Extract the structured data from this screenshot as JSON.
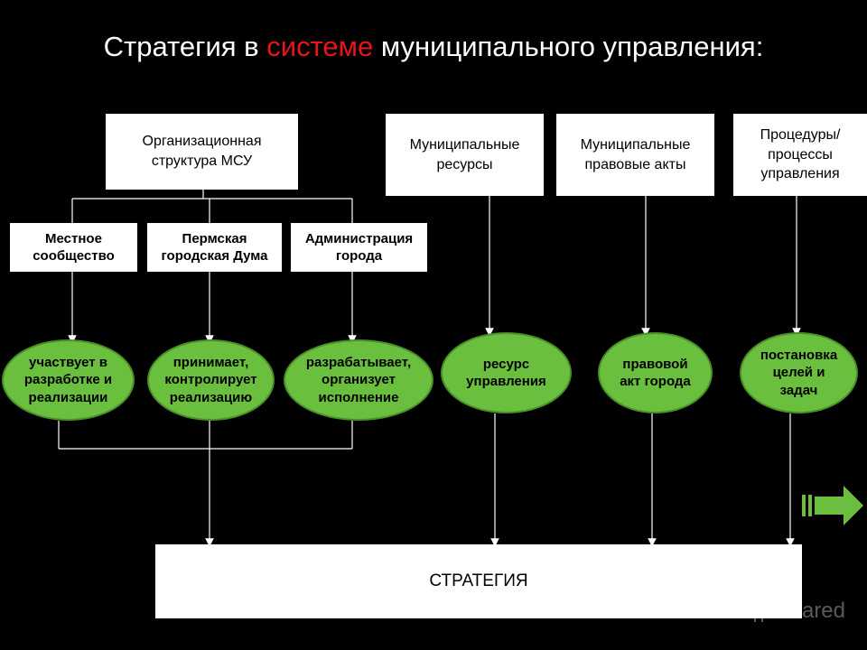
{
  "title": {
    "prefix": "Стратегия в ",
    "accent": "системе",
    "suffix": " муниципального управления:"
  },
  "colors": {
    "accent": "#e8141b",
    "oval_fill": "#6bbf3f",
    "background": "#000000",
    "arrow": "#6bbf3f"
  },
  "top_boxes": {
    "org_structure": [
      "Организационная",
      "структура МСУ"
    ],
    "resources": [
      "Муниципальные",
      "ресурсы"
    ],
    "legal_acts": [
      "Муниципальные",
      "правовые акты"
    ],
    "procedures": [
      "Процедуры/",
      "процессы",
      "управления"
    ]
  },
  "sub_boxes": {
    "community": [
      "Местное",
      "сообщество"
    ],
    "duma": [
      "Пермская",
      "городская Дума"
    ],
    "administration": [
      "Администрация",
      "города"
    ]
  },
  "ovals": {
    "participates": [
      "участвует в",
      "разработке и",
      "реализации"
    ],
    "adopts": [
      "принимает,",
      "контролирует",
      "реализацию"
    ],
    "develops": [
      "разрабатывает,",
      "организует",
      "исполнение"
    ],
    "resource": [
      "ресурс",
      "управления"
    ],
    "legal": [
      "правовой",
      "акт города"
    ],
    "goals": [
      "постановка",
      "целей и",
      "задач"
    ]
  },
  "strategy_label": "СТРАТЕГИЯ",
  "watermark": {
    "text": "Shared",
    "icon": "slideshare-icon"
  },
  "nav": {
    "icon": "next-arrow-icon"
  }
}
